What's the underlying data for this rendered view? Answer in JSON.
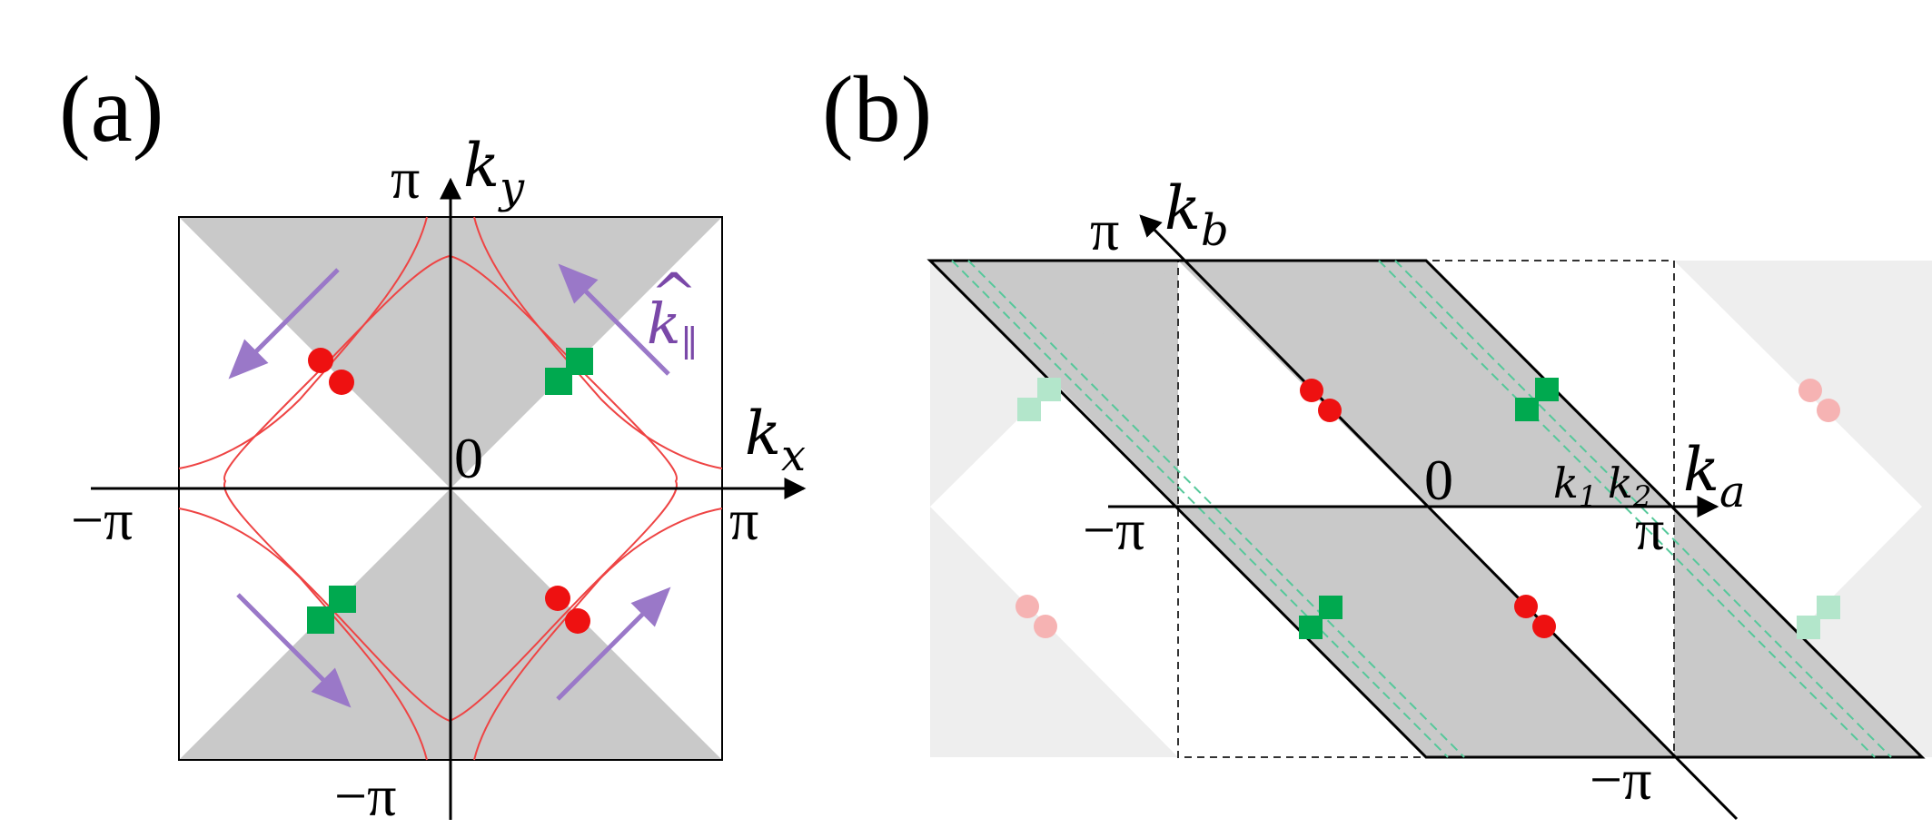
{
  "panel_a": {
    "label": "(a)",
    "kx_label": "k",
    "kx_sub": "x",
    "ky_label": "k",
    "ky_sub": "y",
    "tick_pi_top": "π",
    "tick_pi_right": "π",
    "tick_minus_pi_left": "−π",
    "tick_minus_pi_bottom": "−π",
    "origin": "0",
    "khat_label": "k",
    "khat_sub": "∥",
    "khat_hat": "^"
  },
  "panel_b": {
    "label": "(b)",
    "ka_label": "k",
    "ka_sub": "a",
    "kb_label": "k",
    "kb_sub": "b",
    "tick_pi_top": "π",
    "tick_pi_right": "π",
    "tick_minus_pi_left": "−π",
    "tick_minus_pi_bottom": "−π",
    "origin": "0",
    "k1_label": "k",
    "k1_sub": "1",
    "k2_label": "k",
    "k2_sub": "2"
  },
  "colors": {
    "gray_region": "#c9c9c9",
    "faded_gray": "#eeeeee",
    "red_point": "#ee1111",
    "red_faded": "#f6b3b3",
    "green_point": "#00a94f",
    "green_faded": "#b3e6cb",
    "contour": "#ee4444",
    "arrow": "#9a78c8",
    "dashed_cut": "#55c89a"
  }
}
